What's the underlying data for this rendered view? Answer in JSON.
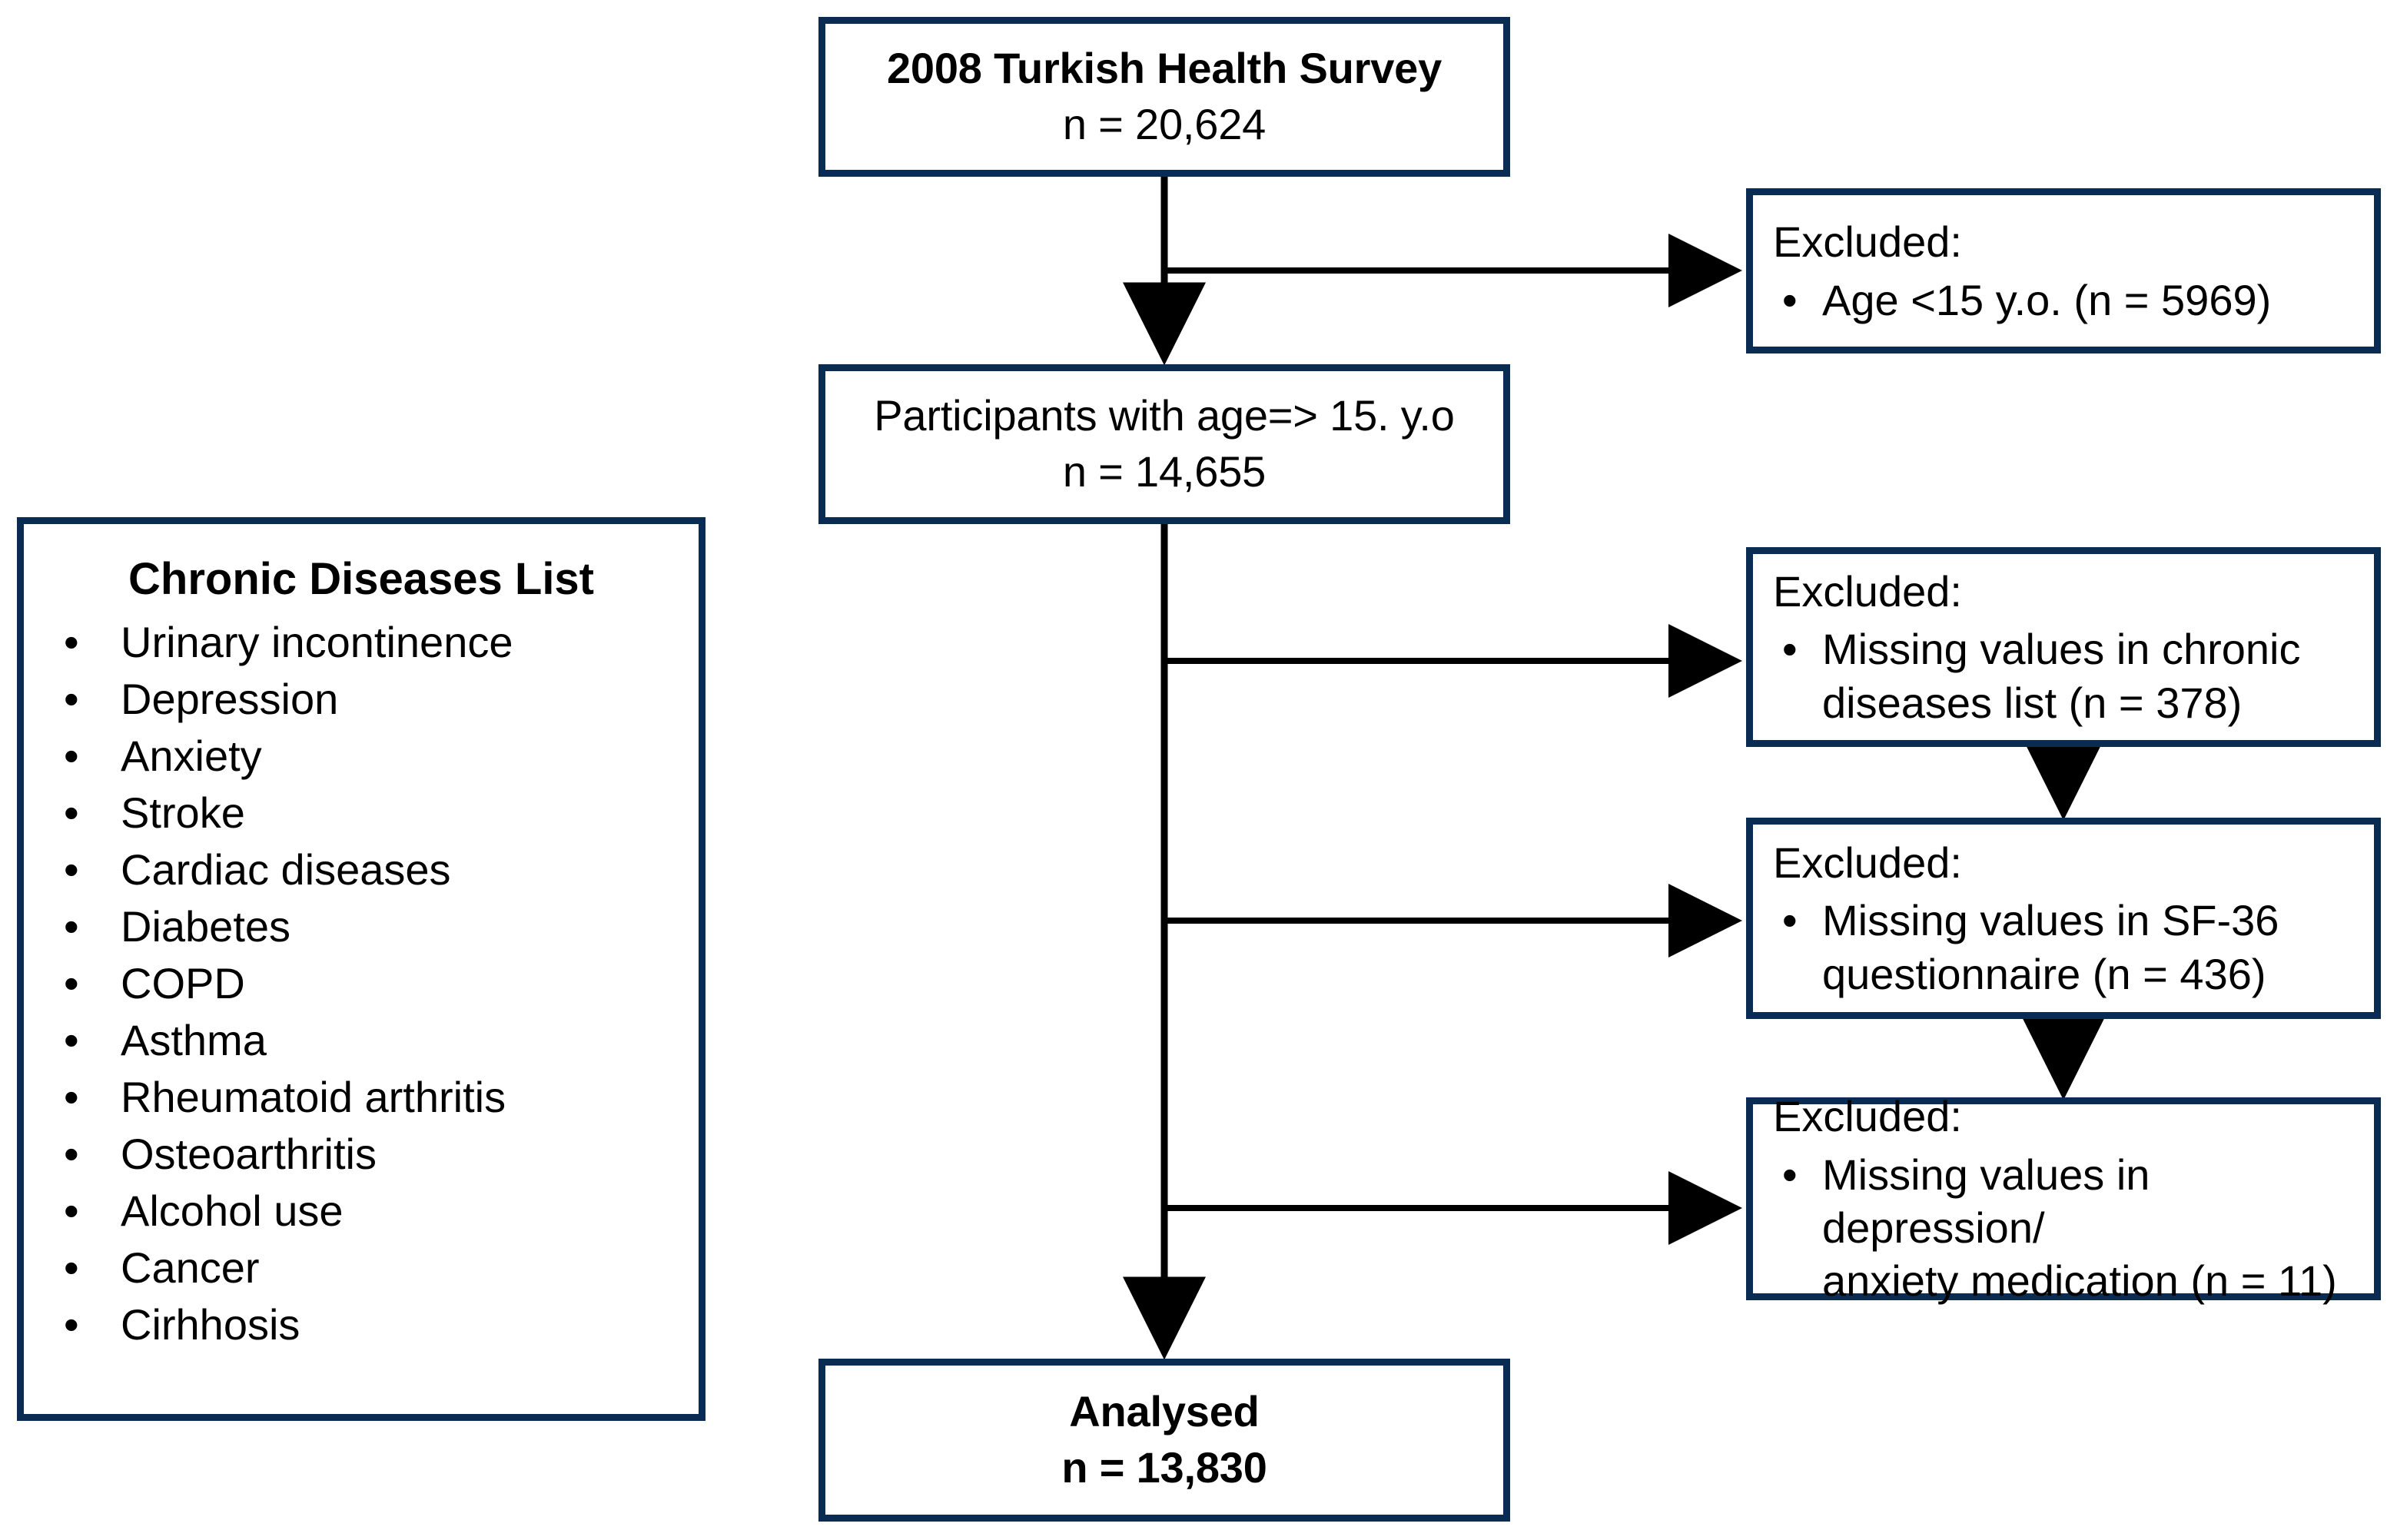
{
  "diagram": {
    "type": "flowchart",
    "title_box": {
      "name": "2008 Turkish Health Survey",
      "line1": "2008 Turkish Health Survey",
      "line2": "n = 20,624"
    },
    "participants_box": {
      "line1": "Participants with age=> 15. y.o",
      "line2": "n = 14,655"
    },
    "analysed_box": {
      "line1": "Analysed",
      "line2": "n = 13,830"
    },
    "exclusions": [
      {
        "header": "Excluded:",
        "bullet": "•",
        "text": "Age <15 y.o. (n = 5969)"
      },
      {
        "header": "Excluded:",
        "bullet": "•",
        "text": "Missing values in chronic\ndiseases list (n = 378)"
      },
      {
        "header": "Excluded:",
        "bullet": "•",
        "text": "Missing values in SF-36\nquestionnaire  (n = 436)"
      },
      {
        "header": "Excluded:",
        "bullet": "•",
        "text": "Missing values in depression/\nanxiety medication (n = 11)"
      }
    ],
    "diseases_panel": {
      "title": "Chronic Diseases List",
      "bullet": "•",
      "items": [
        "Urinary incontinence",
        "Depression",
        "Anxiety",
        "Stroke",
        "Cardiac diseases",
        "Diabetes",
        "COPD",
        "Asthma",
        "Rheumatoid arthritis",
        "Osteoarthritis",
        "Alcohol use",
        "Cancer",
        "Cirhhosis"
      ]
    },
    "colors": {
      "box_border": "#0a2c52",
      "arrow": "#000000",
      "background": "#ffffff",
      "text": "#000000"
    }
  }
}
